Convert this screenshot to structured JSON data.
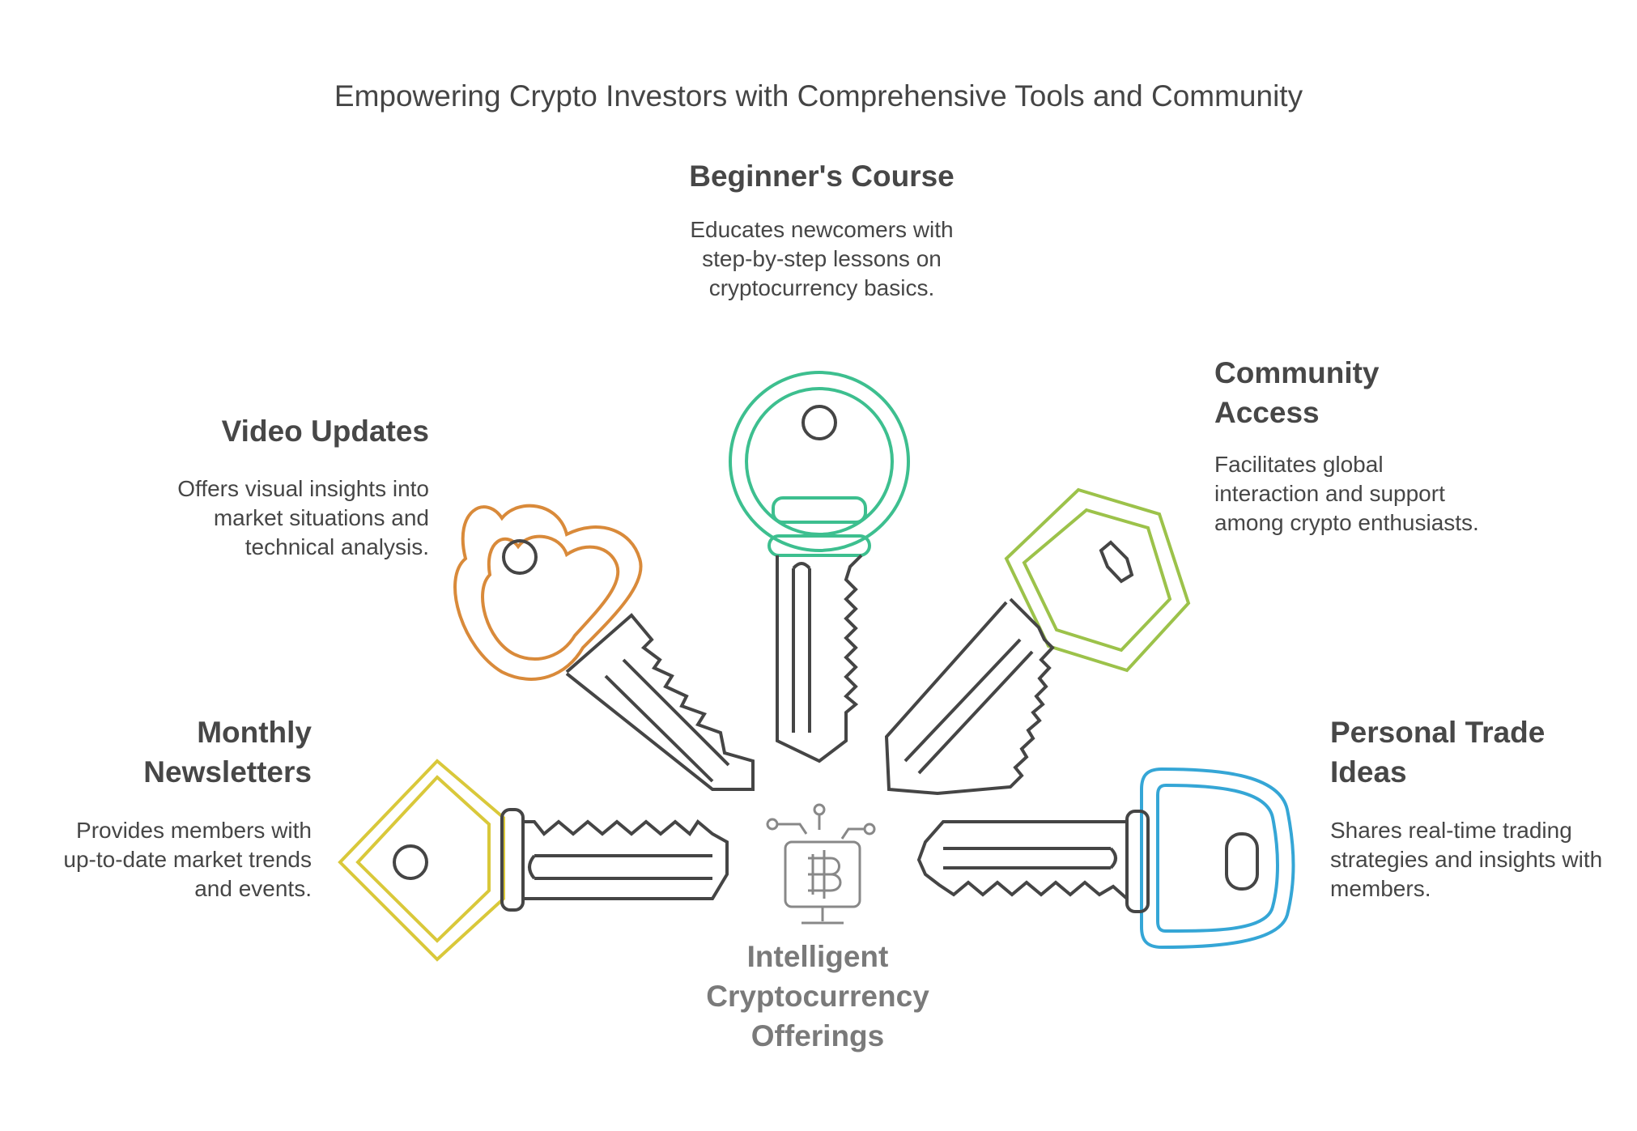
{
  "title": "Empowering Crypto Investors with Comprehensive Tools and Community",
  "center": {
    "label": "Intelligent Cryptocurrency Offerings"
  },
  "items": [
    {
      "heading": "Beginner's Course",
      "description": "Educates newcomers with step-by-step lessons on cryptocurrency basics.",
      "color": "#3dbf8f"
    },
    {
      "heading": "Community Access",
      "description": "Facilitates global interaction and support among crypto enthusiasts.",
      "color": "#9cc24a"
    },
    {
      "heading": "Video Updates",
      "description": "Offers visual insights into market situations and technical analysis.",
      "color": "#d98a3a"
    },
    {
      "heading": "Monthly Newsletters",
      "description": "Provides members with up-to-date market trends and events.",
      "color": "#d9c83a"
    },
    {
      "heading": "Personal Trade Ideas",
      "description": "Shares real-time trading strategies and insights with members.",
      "color": "#35a6d6"
    }
  ],
  "colors": {
    "key_stroke": "#454545",
    "icon_stroke": "#888888"
  },
  "icons": {
    "center": "bitcoin-monitor-icon"
  }
}
